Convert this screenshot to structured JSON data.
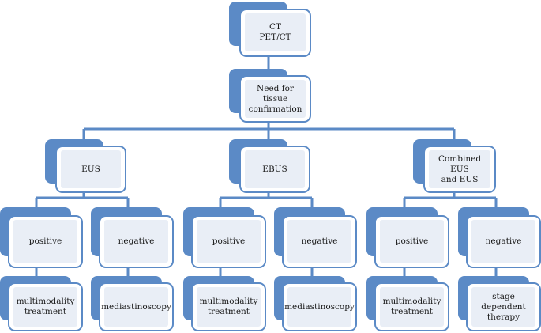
{
  "diagram": {
    "root": "CT\nPET/CT",
    "tissue": "Need for tissue\nconfirmation",
    "branches": [
      {
        "method": "EUS",
        "positive": "positive",
        "negative": "negative",
        "positive_outcome": "multimodality\ntreatment",
        "negative_outcome": "mediastinoscopy"
      },
      {
        "method": "EBUS",
        "positive": "positive",
        "negative": "negative",
        "positive_outcome": "multimodality\ntreatment",
        "negative_outcome": "mediastinoscopy"
      },
      {
        "method": "Combined EUS\nand EUS",
        "positive": "positive",
        "negative": "negative",
        "positive_outcome": "multimodality\ntreatment",
        "negative_outcome": "stage dependent\ntherapy"
      }
    ]
  },
  "colors": {
    "accent": "#5b8ac6",
    "inner_fill": "#e9eef6"
  }
}
